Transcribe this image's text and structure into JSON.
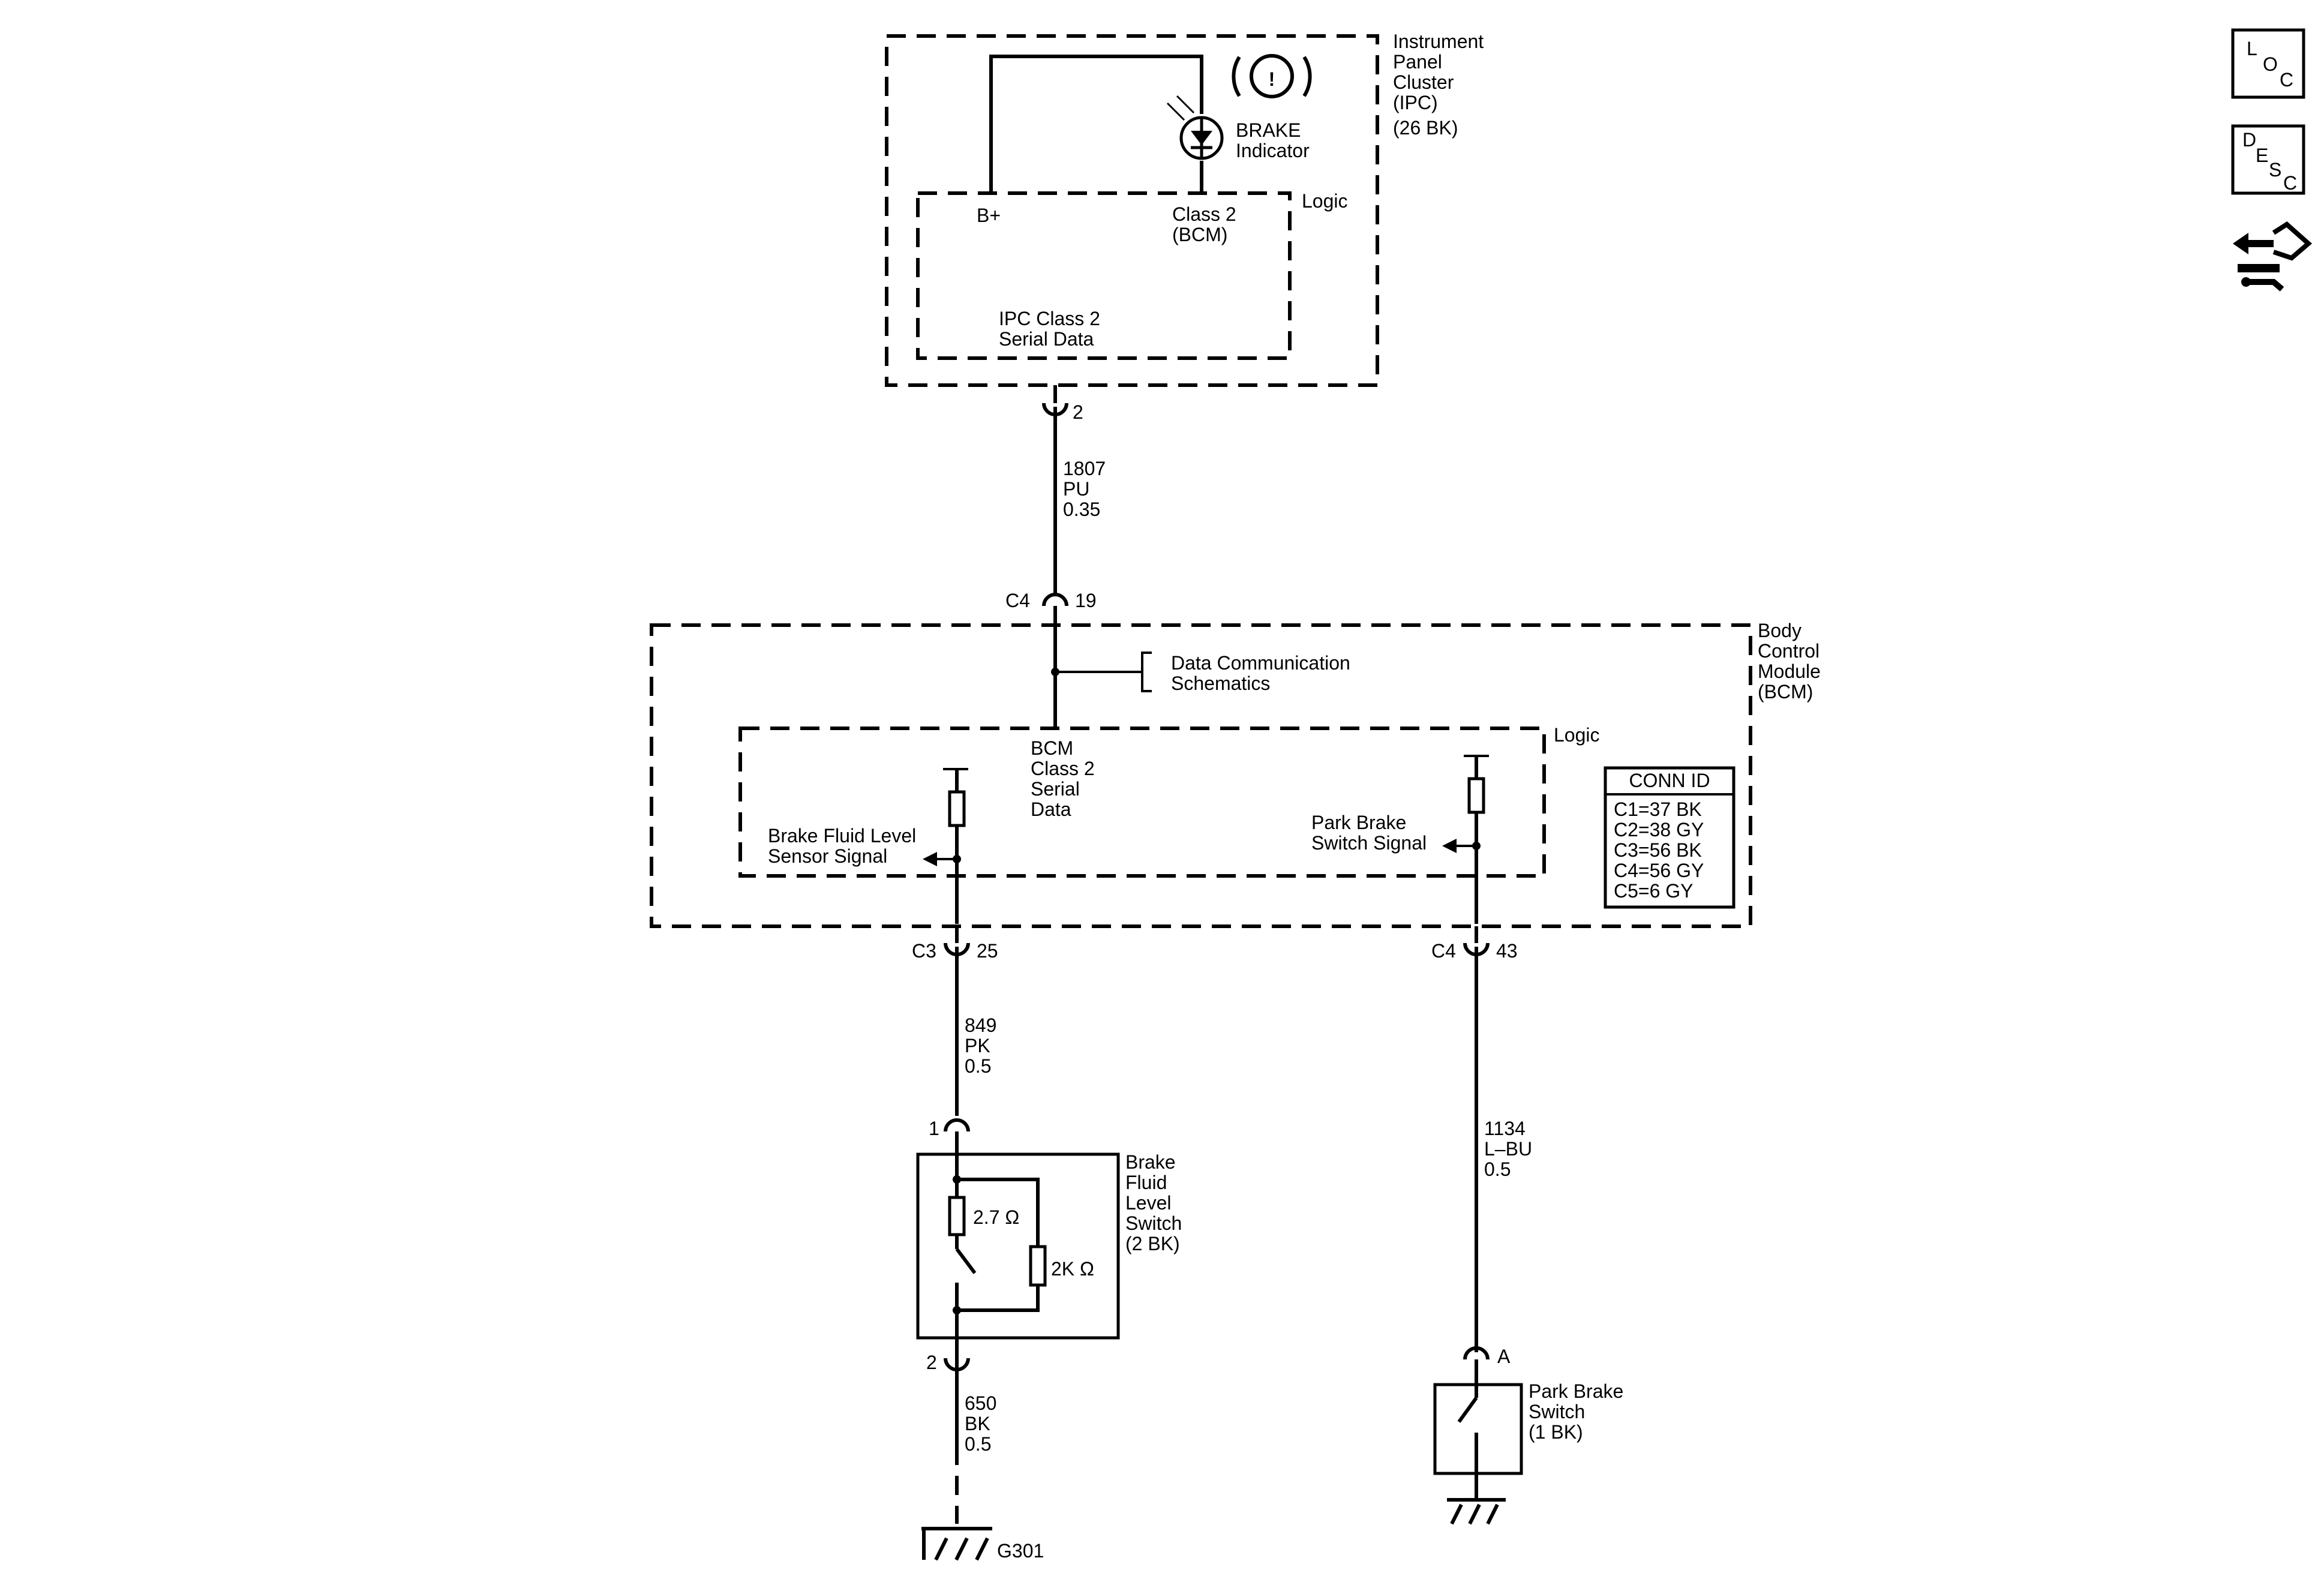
{
  "ipc": {
    "title_lines": [
      "Instrument",
      "Panel",
      "Cluster",
      "(IPC)",
      "(26 BK)"
    ],
    "logic_label": "Logic",
    "bplus": "B+",
    "class2_lines": [
      "Class 2",
      "(BCM)"
    ],
    "serial_lines": [
      "IPC Class 2",
      "Serial Data"
    ],
    "brake_indicator_lines": [
      "BRAKE",
      "Indicator"
    ],
    "brake_symbol": "!",
    "pin": "2"
  },
  "wire_1807": {
    "lines": [
      "1807",
      "PU",
      "0.35"
    ]
  },
  "c4_19": {
    "connector": "C4",
    "pin": "19"
  },
  "bcm": {
    "title_lines": [
      "Body",
      "Control",
      "Module",
      "(BCM)"
    ],
    "logic_label": "Logic",
    "data_comm_lines": [
      "Data Communication",
      "Schematics"
    ],
    "class2_lines": [
      "BCM",
      "Class 2",
      "Serial",
      "Data"
    ],
    "brake_fluid_signal_lines": [
      "Brake Fluid Level",
      "Sensor Signal"
    ],
    "park_brake_signal_lines": [
      "Park Brake",
      "Switch Signal"
    ]
  },
  "conn_id": {
    "title": "CONN ID",
    "rows": [
      "C1=37 BK",
      "C2=38 GY",
      "C3=56 BK",
      "C4=56 GY",
      "C5=6 GY"
    ]
  },
  "c3_25": {
    "connector": "C3",
    "pin": "25"
  },
  "c4_43": {
    "connector": "C4",
    "pin": "43"
  },
  "wire_849": {
    "lines": [
      "849",
      "PK",
      "0.5"
    ]
  },
  "wire_1134": {
    "lines": [
      "1134",
      "L–BU",
      "0.5"
    ]
  },
  "wire_650": {
    "lines": [
      "650",
      "BK",
      "0.5"
    ]
  },
  "brake_fluid_switch": {
    "pin_top": "1",
    "pin_bottom": "2",
    "title_lines": [
      "Brake",
      "Fluid",
      "Level",
      "Switch",
      "(2 BK)"
    ],
    "r1": "2.7 Ω",
    "r2": "2K Ω"
  },
  "park_brake_switch": {
    "pin": "A",
    "title_lines": [
      "Park Brake",
      "Switch",
      "(1 BK)"
    ]
  },
  "ground": {
    "label": "G301"
  },
  "side_icons": {
    "loc": [
      "L",
      "O",
      "C"
    ],
    "desc": [
      "D",
      "E",
      "S",
      "C"
    ],
    "icon_names": [
      "loc-icon",
      "desc-icon",
      "routing-icon"
    ]
  }
}
